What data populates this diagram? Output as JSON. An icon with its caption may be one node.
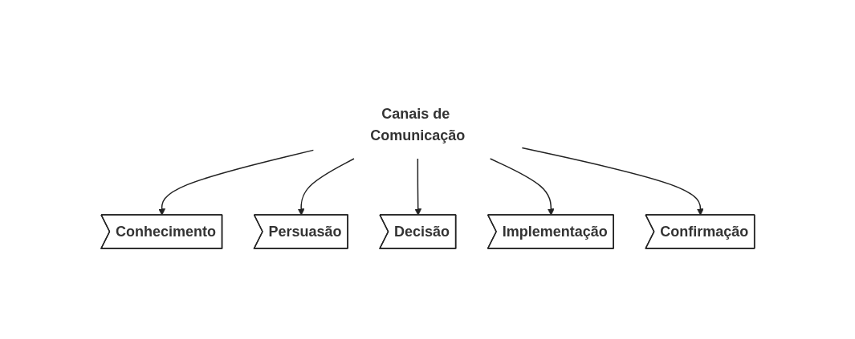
{
  "diagram": {
    "nodes": [
      {
        "text": [
          "Canais de Comunicação"
        ]
      },
      {
        "text": [
          "Conhecimento"
        ]
      },
      {
        "text": [
          "Persuasão"
        ]
      },
      {
        "text": [
          "Decisão"
        ]
      },
      {
        "text": [
          "Implementação"
        ]
      },
      {
        "text": [
          "Confirmação"
        ]
      }
    ],
    "edges": [
      {
        "from": 0,
        "to": 1,
        "arrow": "to"
      },
      {
        "from": 0,
        "to": 2,
        "arrow": "to"
      },
      {
        "from": 0,
        "to": 3,
        "arrow": "to"
      },
      {
        "from": 0,
        "to": 4,
        "arrow": "to"
      },
      {
        "from": 0,
        "to": 5,
        "arrow": "to"
      }
    ]
  }
}
